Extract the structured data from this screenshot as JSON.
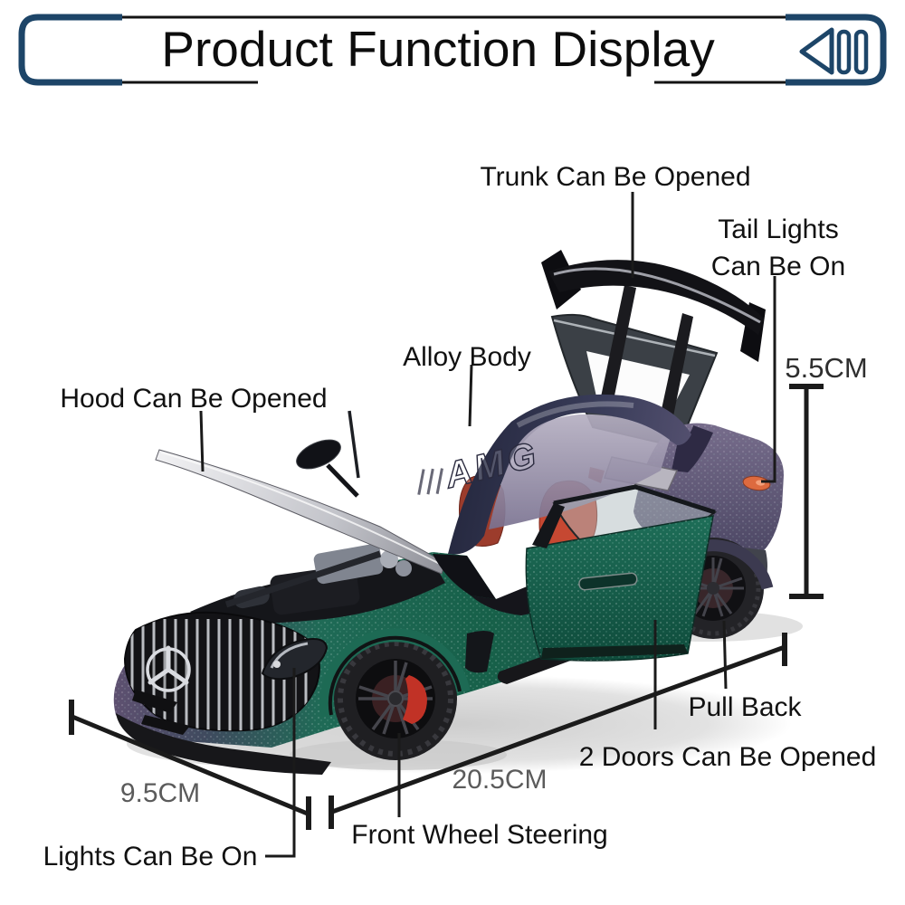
{
  "header": {
    "title": "Product Function Display",
    "icon": "rewind-icon"
  },
  "annotations": {
    "trunk": {
      "label": "Trunk Can Be Opened"
    },
    "tail_lights": {
      "label": "Tail Lights\nCan Be On"
    },
    "alloy_body": {
      "label": "Alloy Body"
    },
    "hood": {
      "label": "Hood Can Be Opened"
    },
    "pull_back": {
      "label": "Pull Back"
    },
    "doors": {
      "label": "2 Doors Can Be Opened"
    },
    "front_wheel": {
      "label": "Front Wheel Steering"
    },
    "lights": {
      "label": "Lights Can Be On"
    }
  },
  "dimensions": {
    "height": "5.5CM",
    "width": "9.5CM",
    "length": "20.5CM"
  },
  "car": {
    "windshield_watermark": "AMG",
    "colors": {
      "accent_navy": "#1d4568",
      "annotation_line": "#1a1a1a",
      "dimension_text": "#5b5b5b",
      "body_green": "#176049",
      "body_purple": "#5d5377",
      "seat_red": "#c64832",
      "tail_light_orange": "#dd6a3f",
      "wing_black": "#121216"
    }
  }
}
